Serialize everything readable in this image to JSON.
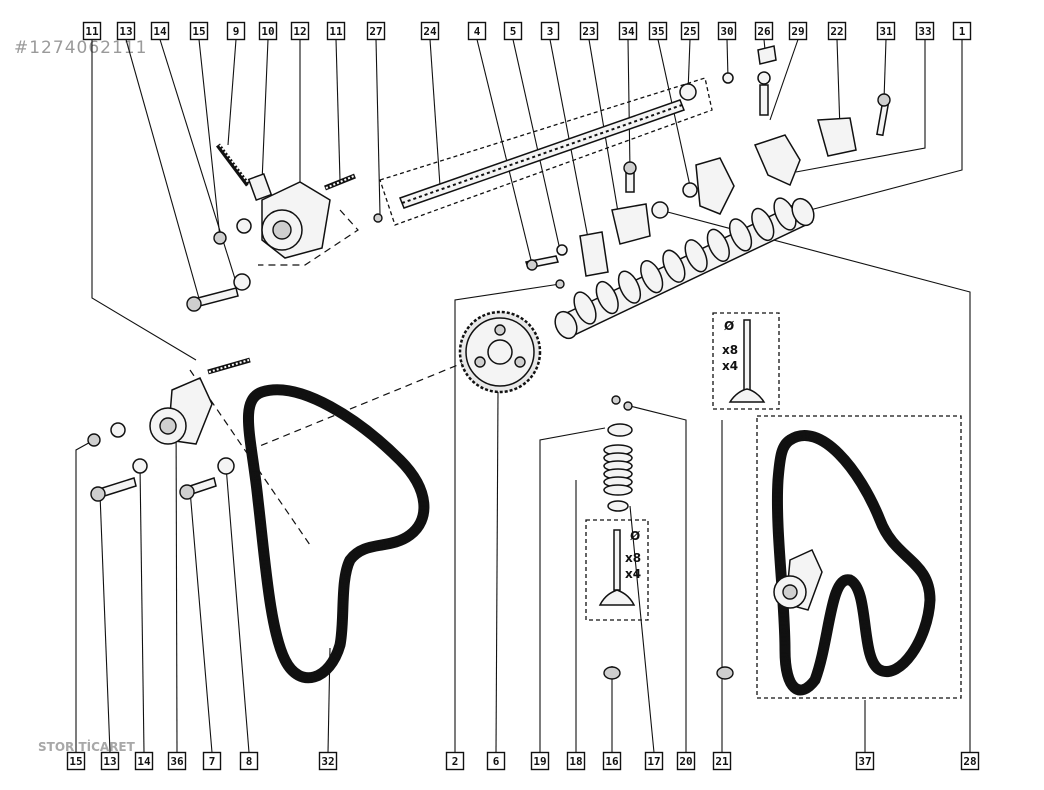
{
  "watermark": "#1274062111",
  "logo_text": "STOR TİCARET",
  "top_callouts": [
    "11",
    "13",
    "14",
    "15",
    "9",
    "10",
    "12",
    "11",
    "27",
    "24",
    "4",
    "5",
    "3",
    "23",
    "34",
    "35",
    "25",
    "30",
    "26",
    "29",
    "22",
    "31",
    "33",
    "1"
  ],
  "bottom_callouts": [
    "15",
    "13",
    "14",
    "36",
    "7",
    "8",
    "32",
    "2",
    "6",
    "19",
    "18",
    "16",
    "17",
    "20",
    "21",
    "37",
    "28"
  ],
  "qty_labels": {
    "exhaust_valve_symbol": "Ø",
    "exhaust_valve_count_a": "x8",
    "exhaust_valve_count_b": "x4",
    "intake_valve_symbol": "Ø",
    "intake_valve_count_a": "x8",
    "intake_valve_count_b": "x4"
  }
}
